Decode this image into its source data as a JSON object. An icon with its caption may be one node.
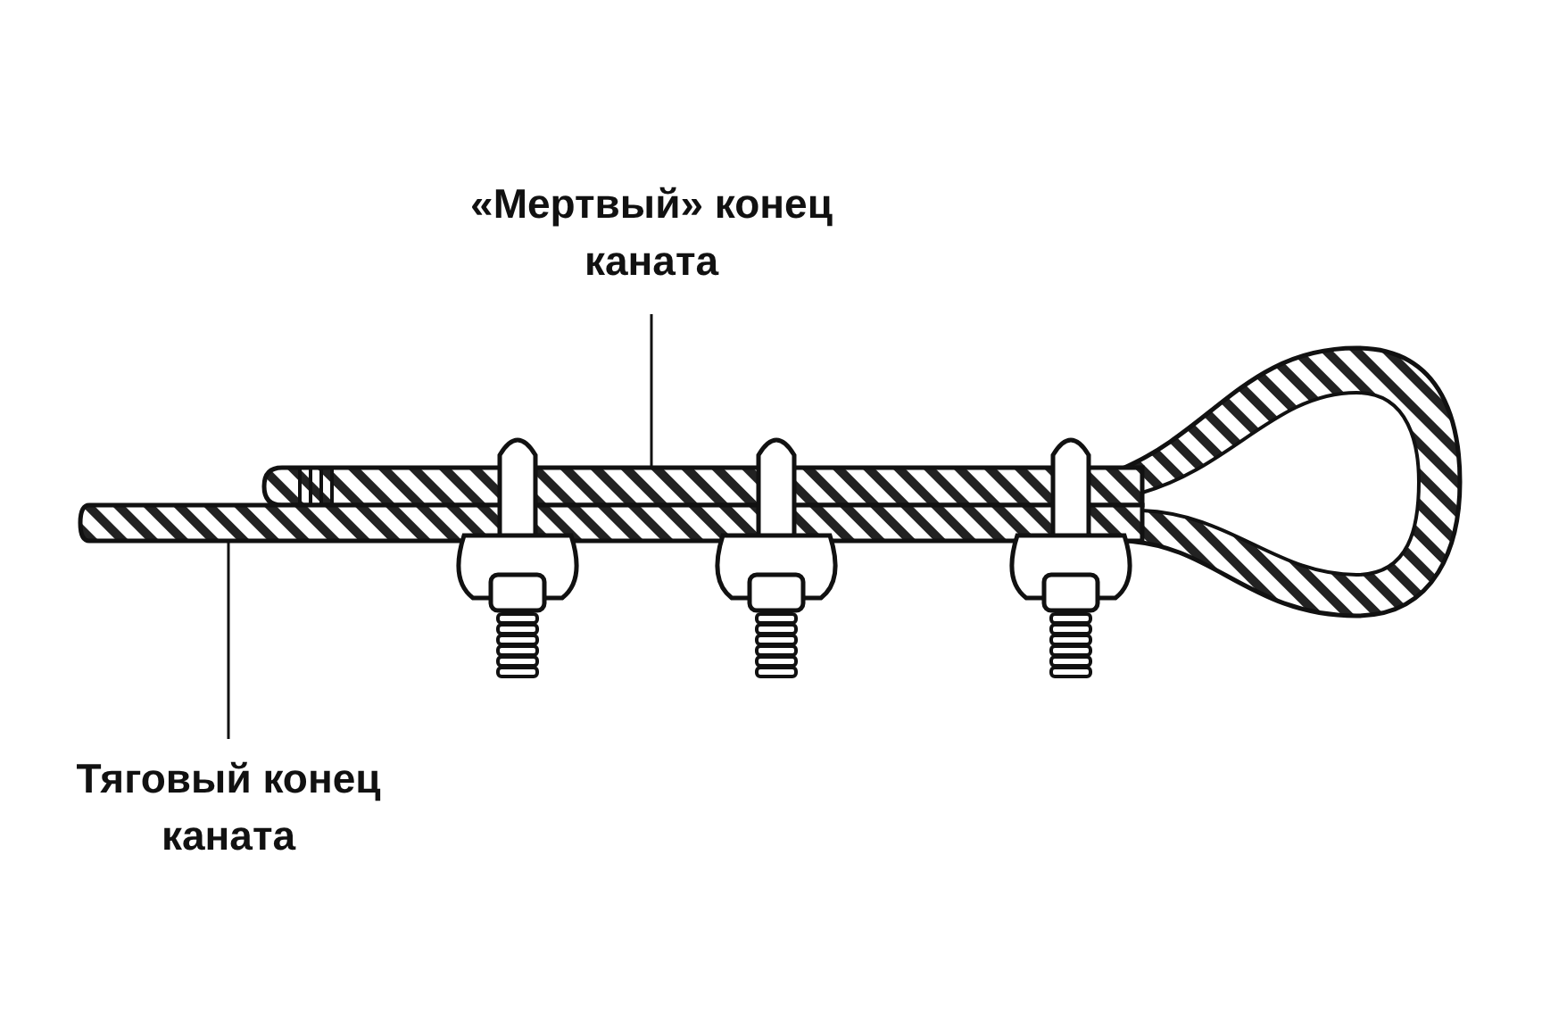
{
  "diagram": {
    "nodes": [
      {
        "text": [
          "«Мертвый» конец каната"
        ]
      },
      {
        "text": [],
        "shape": "bar"
      },
      {
        "text": [
          "Тяговый конец каната"
        ]
      },
      {
        "text": [],
        "shape": "bar"
      }
    ],
    "edges": [
      {
        "from": 0,
        "to": 1,
        "arrow": "none"
      },
      {
        "from": 2,
        "to": 3,
        "arrow": "none"
      }
    ]
  }
}
